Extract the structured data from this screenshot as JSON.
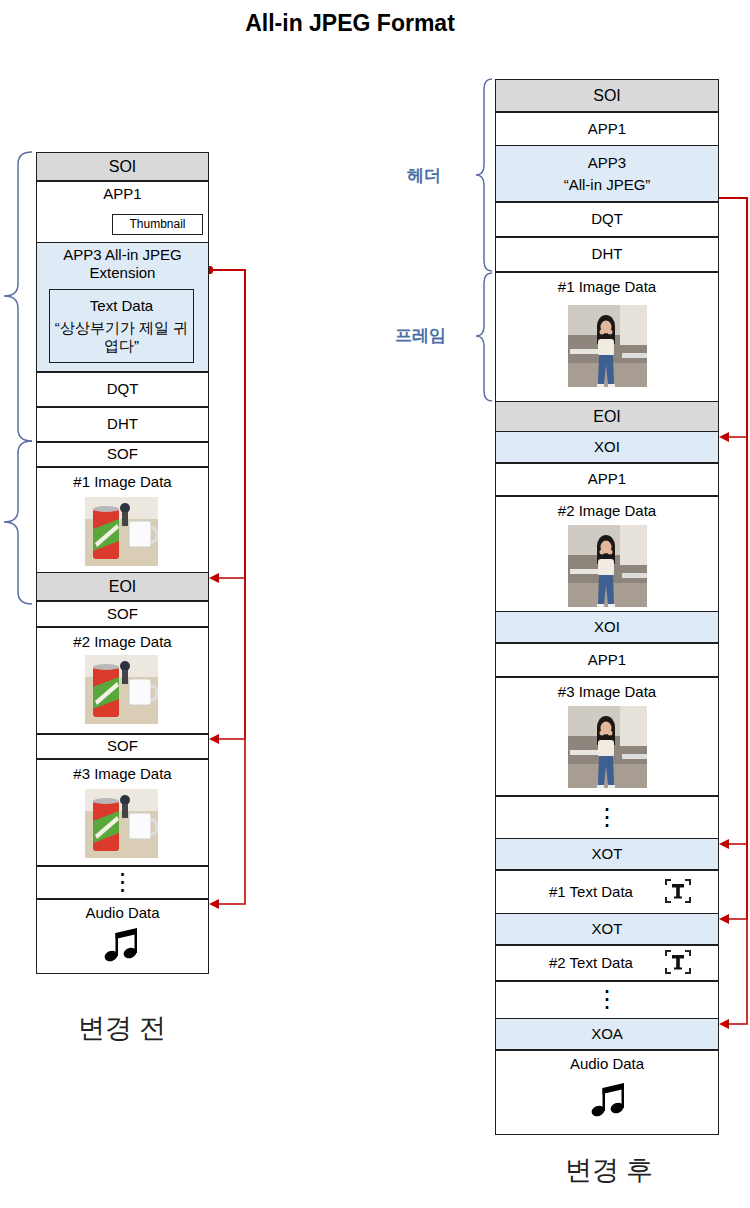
{
  "diagram": {
    "title": "All-in JPEG Format",
    "nodes": [
      {
        "text": [
          "SOI"
        ]
      },
      {
        "text": [
          "APP1"
        ]
      },
      {
        "text": [
          "Thumbnail"
        ],
        "in": 1
      },
      {
        "text": [
          "APP3 All-in JPEG Extension"
        ]
      },
      {
        "text": [
          "Text Data",
          "“상상부기가 제일 귀엽다”"
        ],
        "in": 3
      },
      {
        "text": [
          "DQT"
        ]
      },
      {
        "text": [
          "DHT"
        ]
      },
      {
        "text": [
          "SOF"
        ]
      },
      {
        "text": [
          "#1 Image Data"
        ]
      },
      {
        "text": [
          "EOI"
        ]
      },
      {
        "text": [
          "SOF"
        ]
      },
      {
        "text": [
          "#2 Image Data"
        ]
      },
      {
        "text": [
          "SOF"
        ]
      },
      {
        "text": [
          "#3 Image Data"
        ]
      },
      {
        "text": [
          "⋮"
        ]
      },
      {
        "text": [
          "Audio Data"
        ]
      },
      {
        "text": [
          "SOI"
        ]
      },
      {
        "text": [
          "APP1"
        ]
      },
      {
        "text": [
          "APP3",
          "“All-in JPEG”"
        ]
      },
      {
        "text": [
          "DQT"
        ]
      },
      {
        "text": [
          "DHT"
        ]
      },
      {
        "text": [
          "#1 Image Data"
        ]
      },
      {
        "text": [
          "EOI"
        ]
      },
      {
        "text": [
          "XOI"
        ]
      },
      {
        "text": [
          "APP1"
        ]
      },
      {
        "text": [
          "#2 Image Data"
        ]
      },
      {
        "text": [
          "XOI"
        ]
      },
      {
        "text": [
          "APP1"
        ]
      },
      {
        "text": [
          "#3 Image Data"
        ]
      },
      {
        "text": [
          "⋮"
        ]
      },
      {
        "text": [
          "XOT"
        ]
      },
      {
        "text": [
          "#1 Text Data"
        ]
      },
      {
        "text": [
          "XOT"
        ]
      },
      {
        "text": [
          "#2 Text Data"
        ]
      },
      {
        "text": [
          "⋮"
        ]
      },
      {
        "text": [
          "XOA"
        ]
      },
      {
        "text": [
          "Audio Data"
        ]
      }
    ],
    "edges": [
      {
        "from": 3,
        "to": 9,
        "arrow": "to"
      },
      {
        "from": 3,
        "to": 12,
        "arrow": "to"
      },
      {
        "from": 3,
        "to": 15,
        "arrow": "to"
      },
      {
        "from": 18,
        "to": 23,
        "arrow": "to"
      },
      {
        "from": 18,
        "to": 30,
        "arrow": "to"
      },
      {
        "from": 18,
        "to": 32,
        "arrow": "to"
      },
      {
        "from": 18,
        "to": 35,
        "arrow": "to"
      }
    ],
    "labels": [
      "헤더",
      "프레임",
      "변경 전",
      "변경 후"
    ]
  }
}
